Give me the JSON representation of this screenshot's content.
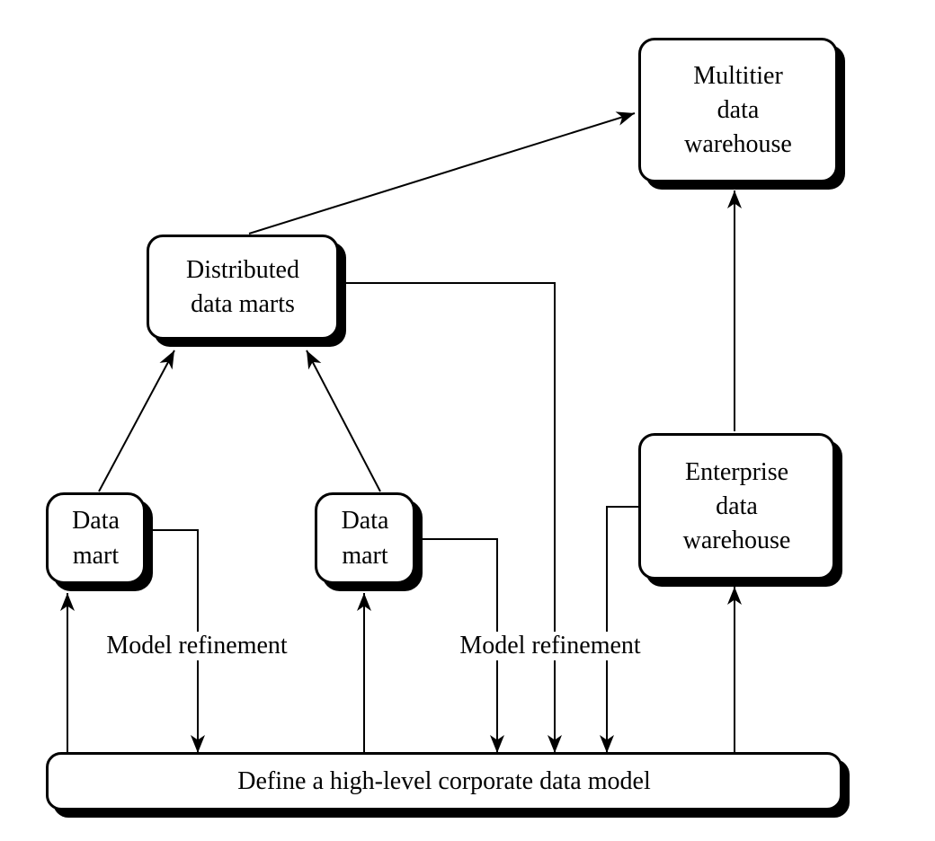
{
  "colors": {
    "background": "#ffffff",
    "node_fill": "#ffffff",
    "stroke": "#000000",
    "shadow": "#000000",
    "text": "#000000"
  },
  "nodes": {
    "multitier": {
      "lines": [
        "Multitier",
        "data",
        "warehouse"
      ]
    },
    "distributed": {
      "lines": [
        "Distributed",
        "data marts"
      ]
    },
    "data_mart_1": {
      "lines": [
        "Data",
        "mart"
      ]
    },
    "data_mart_2": {
      "lines": [
        "Data",
        "mart"
      ]
    },
    "enterprise": {
      "lines": [
        "Enterprise",
        "data",
        "warehouse"
      ]
    },
    "base_model": {
      "label": "Define a high-level corporate data model"
    }
  },
  "annotations": {
    "model_refinement_left": "Model refinement",
    "model_refinement_right": "Model refinement"
  },
  "edges": [
    {
      "from": "distributed_data_marts",
      "to": "multitier_data_warehouse"
    },
    {
      "from": "distributed_data_marts",
      "to": "corporate_data_model",
      "meaning": "model refinement"
    },
    {
      "from": "data_mart_1",
      "to": "distributed_data_marts"
    },
    {
      "from": "data_mart_2",
      "to": "distributed_data_marts"
    },
    {
      "from": "corporate_data_model",
      "to": "data_mart_1"
    },
    {
      "from": "data_mart_1",
      "to": "corporate_data_model",
      "meaning": "model refinement"
    },
    {
      "from": "corporate_data_model",
      "to": "data_mart_2"
    },
    {
      "from": "data_mart_2",
      "to": "corporate_data_model",
      "meaning": "model refinement"
    },
    {
      "from": "enterprise_data_warehouse",
      "to": "corporate_data_model",
      "meaning": "model refinement"
    },
    {
      "from": "corporate_data_model",
      "to": "enterprise_data_warehouse"
    },
    {
      "from": "enterprise_data_warehouse",
      "to": "multitier_data_warehouse"
    }
  ]
}
